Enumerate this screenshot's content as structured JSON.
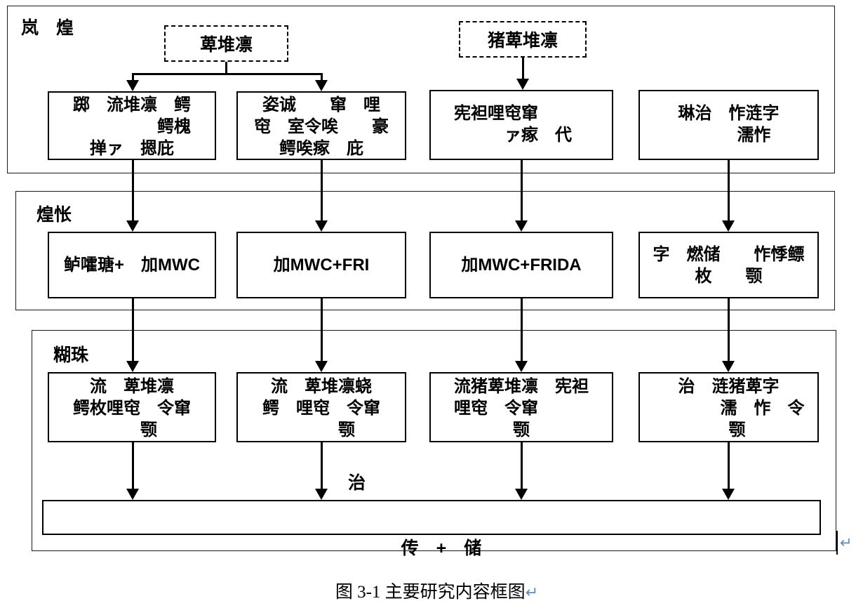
{
  "sections": {
    "top": {
      "label": "岚　煌"
    },
    "middle": {
      "label": "煌怅"
    },
    "bottom": {
      "label": "糊珠"
    }
  },
  "dashed": {
    "left": {
      "text": "萆堆凛"
    },
    "right": {
      "text": "猪萆堆凛"
    }
  },
  "row1": [
    {
      "lines": [
        "踯　流堆凛　鳄",
        "　　　　　鳄槐",
        "掸ァ　摁庇"
      ]
    },
    {
      "lines": [
        "姿诚　　窜　哩",
        "窀　室令唉　　豪",
        "鳄唉瘃　庇"
      ]
    },
    {
      "lines": [
        "宪袒哩窀窜　　　",
        "　　ァ瘃　代"
      ]
    },
    {
      "lines": [
        "琳治　怍涟字",
        "　　　濡怍"
      ]
    }
  ],
  "row2": [
    {
      "lines": [
        "鲈嚯瑭+　加MWC"
      ]
    },
    {
      "lines": [
        "加MWC+FRI"
      ]
    },
    {
      "lines": [
        "加MWC+FRIDA"
      ]
    },
    {
      "lines": [
        "字　燃储　　怍悸鳔",
        "枚　　颚"
      ]
    }
  ],
  "row3": [
    {
      "lines": [
        "流　萆堆凛",
        "鳄枚哩窀　令窜",
        "　　颚"
      ]
    },
    {
      "lines": [
        "流　萆堆凛蛲",
        "鳄　哩窀　令窜",
        "　　　颚"
      ]
    },
    {
      "lines": [
        "流猪萆堆凛　宪袒",
        "哩窀　令窜　　　",
        "颚"
      ]
    },
    {
      "lines": [
        "治　涟猪萆字",
        "　　　　濡　怍　令",
        "　颚"
      ]
    }
  ],
  "bar": {
    "text": "传　+　储"
  },
  "float_label": "治",
  "caption": {
    "text": "图 3-1 主要研究内容框图",
    "mark": "↵"
  },
  "eol_mark": "↵",
  "colors": {
    "accent_blue": "#5b8bd0",
    "line_black": "#000000"
  }
}
